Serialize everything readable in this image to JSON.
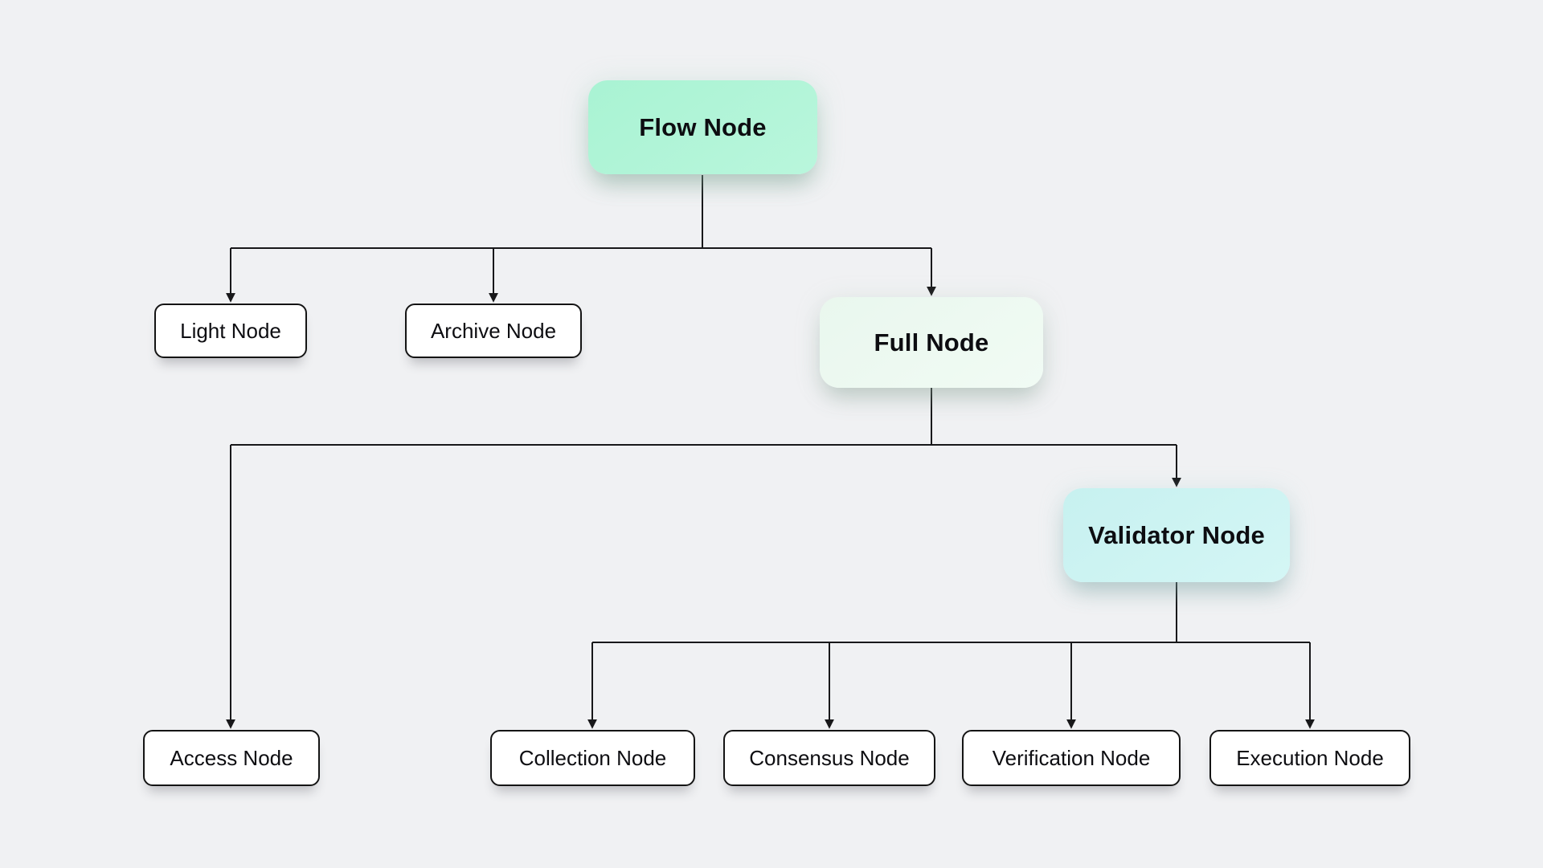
{
  "diagram": {
    "type": "tree",
    "description": "Flow blockchain node type hierarchy"
  },
  "colors": {
    "canvas_bg": "#f0f1f3",
    "flow_fill": "#a9f3d3",
    "full_fill": "#e9f7ee",
    "validator_fill": "#c7f1f0",
    "leaf_fill": "#ffffff",
    "leaf_border": "#141414",
    "line": "#18181a",
    "text": "#0d0d11"
  },
  "nodes": {
    "flow": {
      "label": "Flow Node"
    },
    "light": {
      "label": "Light Node"
    },
    "archive": {
      "label": "Archive Node"
    },
    "full": {
      "label": "Full Node"
    },
    "access": {
      "label": "Access Node"
    },
    "validator": {
      "label": "Validator Node"
    },
    "collection": {
      "label": "Collection Node"
    },
    "consensus": {
      "label": "Consensus Node"
    },
    "verification": {
      "label": "Verification Node"
    },
    "execution": {
      "label": "Execution Node"
    }
  },
  "hierarchy": {
    "flow": [
      "light",
      "archive",
      "full"
    ],
    "full": [
      "access",
      "validator"
    ],
    "validator": [
      "collection",
      "consensus",
      "verification",
      "execution"
    ]
  }
}
